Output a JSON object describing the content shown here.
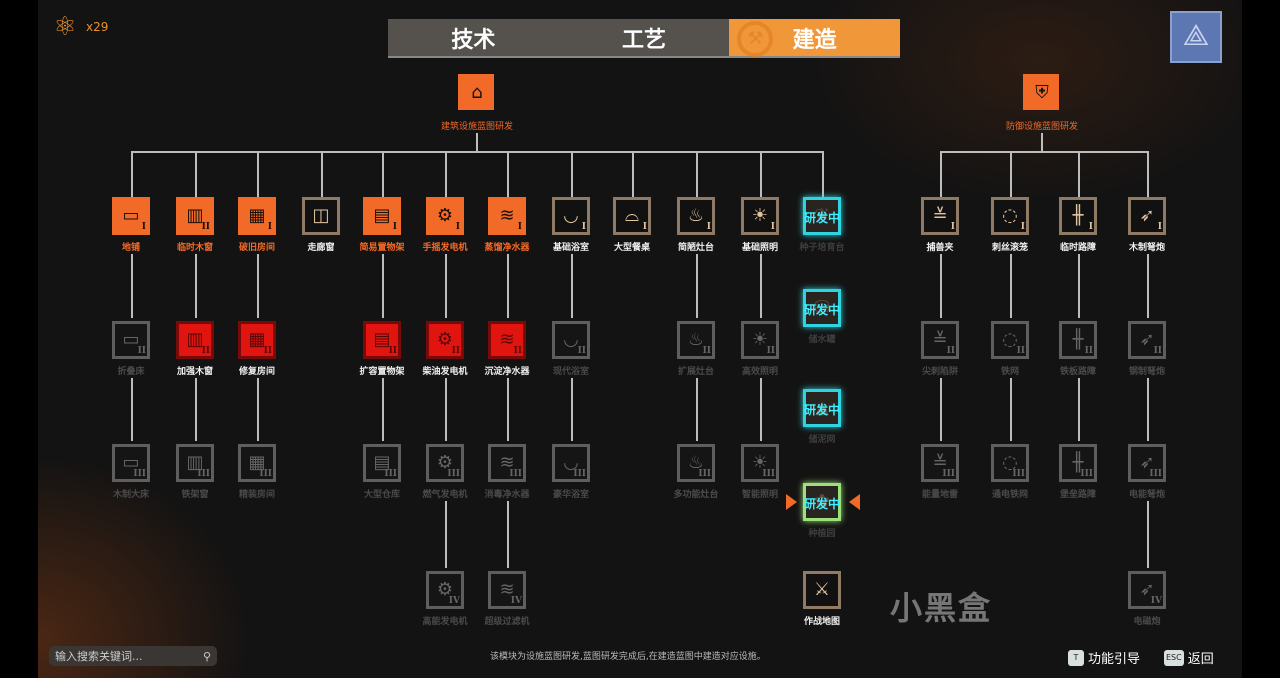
{
  "resources": {
    "icon": "atom-icon",
    "count": "x29"
  },
  "tabs": [
    {
      "label": "技术",
      "active": false
    },
    {
      "label": "工艺",
      "active": false
    },
    {
      "label": "建造",
      "active": true,
      "icon": "hammer-gear-icon"
    }
  ],
  "blueprint_button": {
    "icon": "blueprint-compass-icon"
  },
  "research_badge": "研发中",
  "trees": [
    {
      "root": {
        "name": "建筑设施蓝图研发",
        "icon": "house-icon"
      },
      "columns": [
        [
          {
            "name": "地铺",
            "state": "orange",
            "tier": "I",
            "icon": "bed-icon"
          },
          {
            "name": "折叠床",
            "state": "gray",
            "tier": "II",
            "icon": "bed-icon"
          },
          {
            "name": "木制大床",
            "state": "gray",
            "tier": "III",
            "icon": "bed-icon"
          }
        ],
        [
          {
            "name": "临时木窗",
            "state": "orange",
            "tier": "II",
            "icon": "window-icon"
          },
          {
            "name": "加强木窗",
            "state": "red",
            "tier": "II",
            "icon": "window-icon"
          },
          {
            "name": "铁架窗",
            "state": "gray",
            "tier": "III",
            "icon": "window-icon"
          }
        ],
        [
          {
            "name": "破旧房间",
            "state": "orange",
            "tier": "I",
            "icon": "brick-wall-icon"
          },
          {
            "name": "修复房间",
            "state": "red",
            "tier": "II",
            "icon": "brick-wall-icon"
          },
          {
            "name": "精装房间",
            "state": "gray",
            "tier": "III",
            "icon": "brick-wall-icon"
          }
        ],
        [
          {
            "name": "走廊窗",
            "state": "beige",
            "tier": "",
            "icon": "door-icon"
          }
        ],
        [
          {
            "name": "简易置物架",
            "state": "orange",
            "tier": "I",
            "icon": "shelf-icon"
          },
          {
            "name": "扩容置物架",
            "state": "red",
            "tier": "II",
            "icon": "shelf-icon"
          },
          {
            "name": "大型仓库",
            "state": "gray",
            "tier": "III",
            "icon": "shelf-icon"
          }
        ],
        [
          {
            "name": "手摇发电机",
            "state": "orange",
            "tier": "I",
            "icon": "generator-icon"
          },
          {
            "name": "柴油发电机",
            "state": "red",
            "tier": "II",
            "icon": "generator-icon"
          },
          {
            "name": "燃气发电机",
            "state": "gray",
            "tier": "III",
            "icon": "generator-icon"
          },
          {
            "name": "高能发电机",
            "state": "gray",
            "tier": "IV",
            "icon": "generator-icon"
          }
        ],
        [
          {
            "name": "蒸馏净水器",
            "state": "orange",
            "tier": "I",
            "icon": "water-filter-icon"
          },
          {
            "name": "沉淀净水器",
            "state": "red",
            "tier": "II",
            "icon": "water-filter-icon"
          },
          {
            "name": "消毒净水器",
            "state": "gray",
            "tier": "III",
            "icon": "water-filter-icon"
          },
          {
            "name": "超级过滤机",
            "state": "gray",
            "tier": "IV",
            "icon": "water-filter-icon"
          }
        ],
        [
          {
            "name": "基础浴室",
            "state": "beige",
            "tier": "I",
            "icon": "bathtub-icon"
          },
          {
            "name": "现代浴室",
            "state": "gray",
            "tier": "II",
            "icon": "bathtub-icon"
          },
          {
            "name": "豪华浴室",
            "state": "gray",
            "tier": "III",
            "icon": "bathtub-icon"
          }
        ],
        [
          {
            "name": "大型餐桌",
            "state": "beige",
            "tier": "I",
            "icon": "dining-table-icon"
          }
        ],
        [
          {
            "name": "简陋灶台",
            "state": "beige",
            "tier": "I",
            "icon": "stove-icon"
          },
          {
            "name": "扩展灶台",
            "state": "gray",
            "tier": "II",
            "icon": "stove-icon"
          },
          {
            "name": "多功能灶台",
            "state": "gray",
            "tier": "III",
            "icon": "stove-icon"
          }
        ],
        [
          {
            "name": "基础照明",
            "state": "beige",
            "tier": "I",
            "icon": "lightbulb-icon"
          },
          {
            "name": "高效照明",
            "state": "gray",
            "tier": "II",
            "icon": "lightbulb-icon"
          },
          {
            "name": "智能照明",
            "state": "gray",
            "tier": "III",
            "icon": "lightbulb-icon"
          }
        ]
      ],
      "research_column": [
        {
          "name": "种子培育台",
          "state": "research",
          "icon": "seedling-icon"
        },
        {
          "name": "储水罐",
          "state": "research",
          "icon": "water-tank-icon"
        },
        {
          "name": "储泥网",
          "state": "research",
          "icon": "mud-net-icon"
        },
        {
          "name": "种植园",
          "state": "research",
          "selected": true,
          "icon": "plant-icon"
        },
        {
          "name": "作战地图",
          "state": "beige",
          "icon": "crossed-swords-icon"
        }
      ]
    },
    {
      "root": {
        "name": "防御设施蓝图研发",
        "icon": "shield-swords-icon"
      },
      "columns": [
        [
          {
            "name": "捕兽夹",
            "state": "beige",
            "tier": "I",
            "icon": "bear-trap-icon"
          },
          {
            "name": "尖刺陷阱",
            "state": "gray",
            "tier": "II",
            "icon": "bear-trap-icon"
          },
          {
            "name": "能量地雷",
            "state": "gray",
            "tier": "III",
            "icon": "bear-trap-icon"
          }
        ],
        [
          {
            "name": "刺丝滚笼",
            "state": "beige",
            "tier": "I",
            "icon": "barbed-wire-icon"
          },
          {
            "name": "铁网",
            "state": "gray",
            "tier": "II",
            "icon": "barbed-wire-icon"
          },
          {
            "name": "通电铁网",
            "state": "gray",
            "tier": "III",
            "icon": "barbed-wire-icon"
          }
        ],
        [
          {
            "name": "临时路障",
            "state": "beige",
            "tier": "I",
            "icon": "barricade-icon"
          },
          {
            "name": "铁板路障",
            "state": "gray",
            "tier": "II",
            "icon": "barricade-icon"
          },
          {
            "name": "堡垒路障",
            "state": "gray",
            "tier": "III",
            "icon": "barricade-icon"
          }
        ],
        [
          {
            "name": "木制弩炮",
            "state": "beige",
            "tier": "I",
            "icon": "crossbow-icon"
          },
          {
            "name": "钢制弩炮",
            "state": "gray",
            "tier": "II",
            "icon": "crossbow-icon"
          },
          {
            "name": "电能弩炮",
            "state": "gray",
            "tier": "III",
            "icon": "crossbow-icon"
          },
          {
            "name": "电磁炮",
            "state": "gray",
            "tier": "IV",
            "icon": "crossbow-icon"
          }
        ]
      ]
    }
  ],
  "search": {
    "placeholder": "输入搜索关键词...",
    "icon": "search-icon"
  },
  "hint": "该模块为设施蓝图研发,蓝图研发完成后,在建造蓝图中建造对应设施。",
  "footer": {
    "guide_key": "T",
    "guide_label": "功能引导",
    "back_key": "ESC",
    "back_label": "返回"
  },
  "watermark": "小黑盒"
}
